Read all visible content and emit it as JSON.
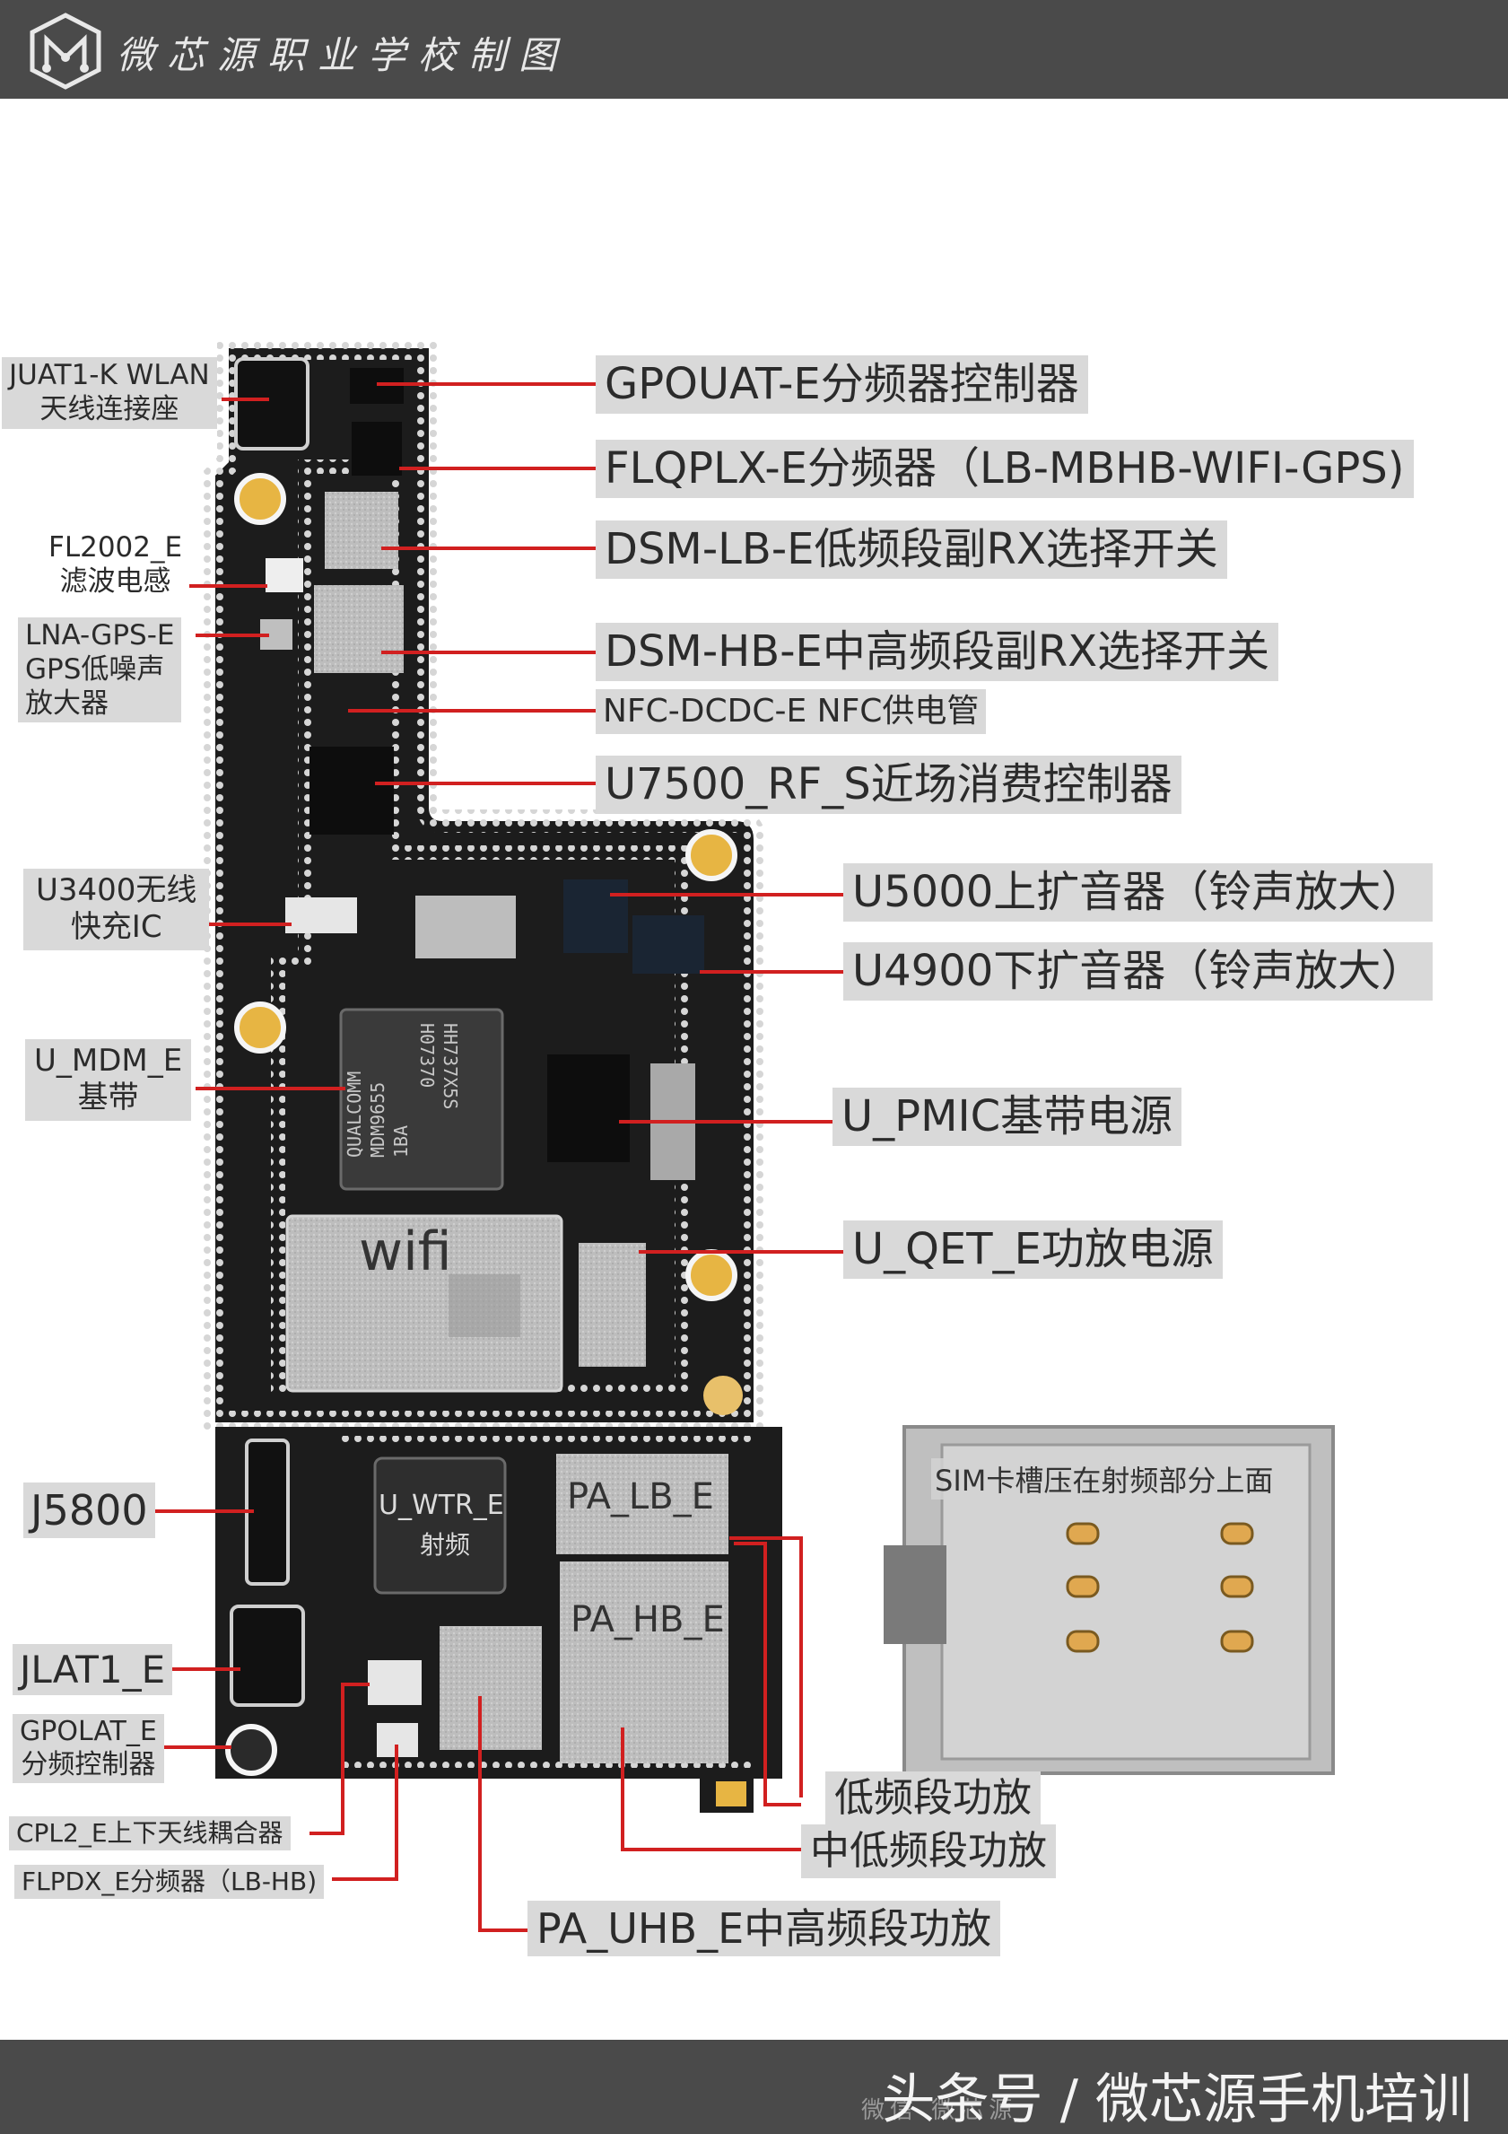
{
  "header": {
    "brand": "微芯源职业学校制图"
  },
  "footer": {
    "text": "头条号 / 微芯源手机培训",
    "watermark": "微信 微芯源"
  },
  "board": {
    "chips": {
      "wifi": "wifi",
      "wtr": "U_WTR_E",
      "wtr_sub": "射频",
      "pa_lb": "PA_LB_E",
      "pa_hb": "PA_HB_E",
      "mdm_line1": "QUALCOMM",
      "mdm_line2": "MDM9655",
      "mdm_line3": "1BA",
      "mdm_side1": "HH737X5S",
      "mdm_side2": "H07370"
    },
    "sim_note": "SIM卡槽压在射频部分上面"
  },
  "labels": {
    "juat1k_l1": "JUAT1-K WLAN",
    "juat1k_l2": "天线连接座",
    "fl2002_l1": "FL2002_E",
    "fl2002_l2": "滤波电感",
    "lna_l1": "LNA-GPS-E",
    "lna_l2": "GPS低噪声",
    "lna_l3": "放大器",
    "u3400_l1": "U3400无线",
    "u3400_l2": "快充IC",
    "umdm_l1": "U_MDM_E",
    "umdm_l2": "基带",
    "j5800": "J5800",
    "jlat1": "JLAT1_E",
    "gpolat_l1": "GPOLAT_E",
    "gpolat_l2": "分频控制器",
    "cpl2": "CPL2_E上下天线耦合器",
    "flpdx": "FLPDX_E分频器（LB-HB)",
    "gpouat": "GPOUAT-E分频器控制器",
    "flqplx": "FLQPLX-E分频器（LB-MBHB-WIFI-GPS)",
    "dsm_lb": "DSM-LB-E低频段副RX选择开关",
    "dsm_hb": "DSM-HB-E中高频段副RX选择开关",
    "nfc_dcdc": "NFC-DCDC-E NFC供电管",
    "u7500": "U7500_RF_S近场消费控制器",
    "u5000": "U5000上扩音器（铃声放大）",
    "u4900": "U4900下扩音器（铃声放大）",
    "upmic": "U_PMIC基带电源",
    "uqet": "U_QET_E功放电源",
    "low_pa": "低频段功放",
    "midlow_pa": "中低频段功放",
    "pa_uhb": "PA_UHB_E中高频段功放"
  },
  "colors": {
    "bar": "#4a4a4a",
    "board": "#1c1c1c",
    "shield_dots": "#d6d6d6",
    "leader_line": "#d12020",
    "label_bg": "#d9d9d9"
  }
}
